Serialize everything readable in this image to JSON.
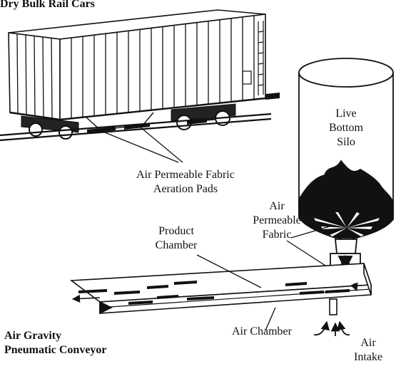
{
  "titles": {
    "rail_cars": "Dry Bulk Rail Cars",
    "conveyor_line1": "Air Gravity",
    "conveyor_line2": "Pneumatic Conveyor"
  },
  "labels": {
    "silo_line1": "Live",
    "silo_line2": "Bottom",
    "silo_line3": "Silo",
    "pads_line1": "Air Permeable Fabric",
    "pads_line2": "Aeration Pads",
    "fabric_line1": "Air",
    "fabric_line2": "Permeable",
    "fabric_line3": "Fabric",
    "product_line1": "Product",
    "product_line2": "Chamber",
    "air_chamber": "Air Chamber",
    "intake_line1": "Air",
    "intake_line2": "Intake"
  }
}
